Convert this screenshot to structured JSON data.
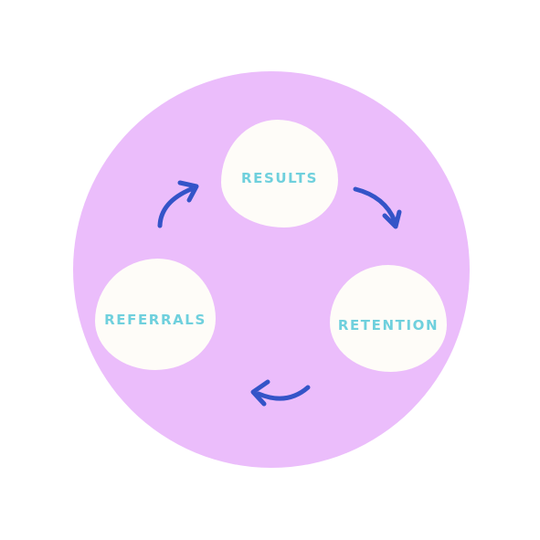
{
  "cycle": {
    "nodes": [
      {
        "label": "RESULTS"
      },
      {
        "label": "RETENTION"
      },
      {
        "label": "REFERRALS"
      }
    ]
  },
  "colors": {
    "circle": "#ebbdfb",
    "node_fill": "#fefcf8",
    "label_text": "#6fd0dd",
    "arrow": "#3454c8"
  },
  "icons": {
    "arrow": "curved-arrow-icon"
  }
}
